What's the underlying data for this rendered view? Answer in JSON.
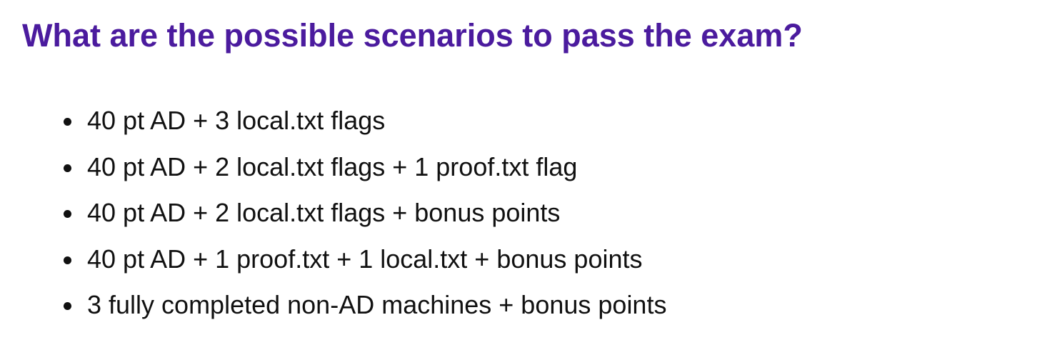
{
  "slide": {
    "title": "What are the possible scenarios to pass the exam?",
    "title_color": "#4b1b9e",
    "bullets": [
      "40 pt AD + 3 local.txt flags",
      "40 pt AD + 2 local.txt flags + 1 proof.txt flag",
      "40 pt AD + 2 local.txt flags + bonus points",
      "40 pt AD + 1 proof.txt + 1 local.txt + bonus points",
      "3 fully completed non-AD machines + bonus points"
    ]
  }
}
